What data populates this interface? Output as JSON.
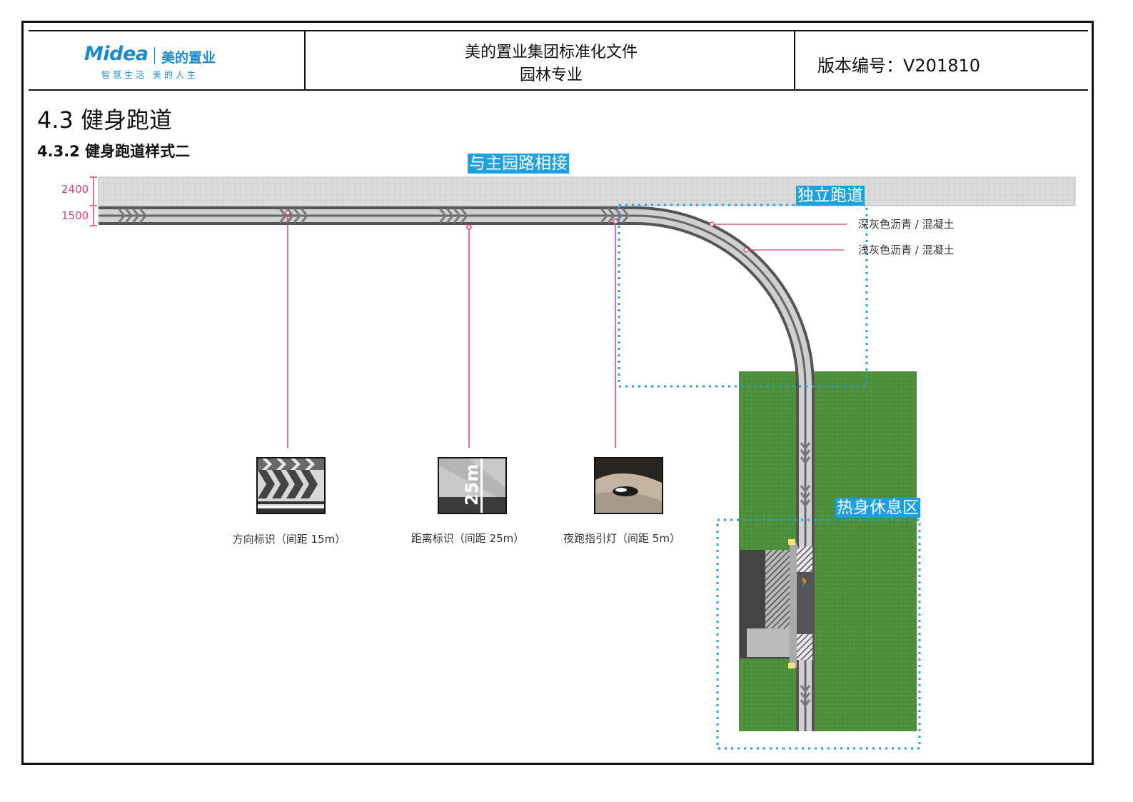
{
  "header": {
    "logo_brand": "Midea",
    "logo_cn": "美的置业",
    "logo_slogan": "智慧生活  美的人生",
    "doc_title_line1": "美的置业集团标准化文件",
    "doc_title_line2": "园林专业",
    "version": "版本编号：V201810"
  },
  "section": {
    "title": "4.3 健身跑道",
    "subtitle": "4.3.2 健身跑道样式二"
  },
  "dimensions": {
    "road_width": "2400",
    "track_width": "1500"
  },
  "zones": {
    "main_road": "与主园路相接",
    "independent_track": "独立跑道",
    "rest_area": "热身休息区"
  },
  "materials": {
    "dark": "深灰色沥青 / 混凝土",
    "light": "浅灰色沥青 / 混凝土"
  },
  "markers": [
    {
      "caption": "方向标识（间距 15m）",
      "icon": "chevron-marking"
    },
    {
      "caption": "距离标识（间距 25m）",
      "icon": "distance-marking",
      "marking_text": "25m"
    },
    {
      "caption": "夜跑指引灯（间距 5m）",
      "icon": "ground-light"
    }
  ],
  "colors": {
    "accent_blue": "#1da1de",
    "leader_pink": "#d83b79",
    "lawn_green": "#4d8f3a",
    "track_dark": "#555555",
    "track_light": "#cfcfcf"
  }
}
